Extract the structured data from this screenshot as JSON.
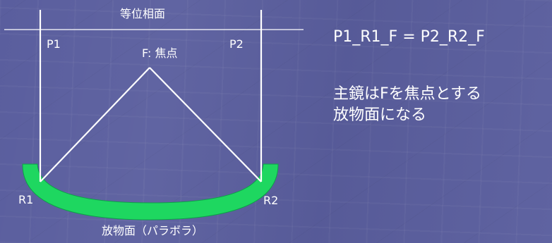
{
  "diagram": {
    "top_label": "等位相面",
    "p1_label": "P1",
    "p2_label": "P2",
    "focus_label": "F: 焦点",
    "r1_label": "R1",
    "r2_label": "R2",
    "bottom_label": "放物面（パラボラ）"
  },
  "equation": "P1_R1_F = P2_R2_F",
  "note": {
    "lines": [
      "主鏡はFを焦点とする",
      "放物面になる"
    ]
  },
  "colors": {
    "background": "#5a5e9e",
    "mirror": "#1ed760",
    "line": "#ffffff"
  }
}
